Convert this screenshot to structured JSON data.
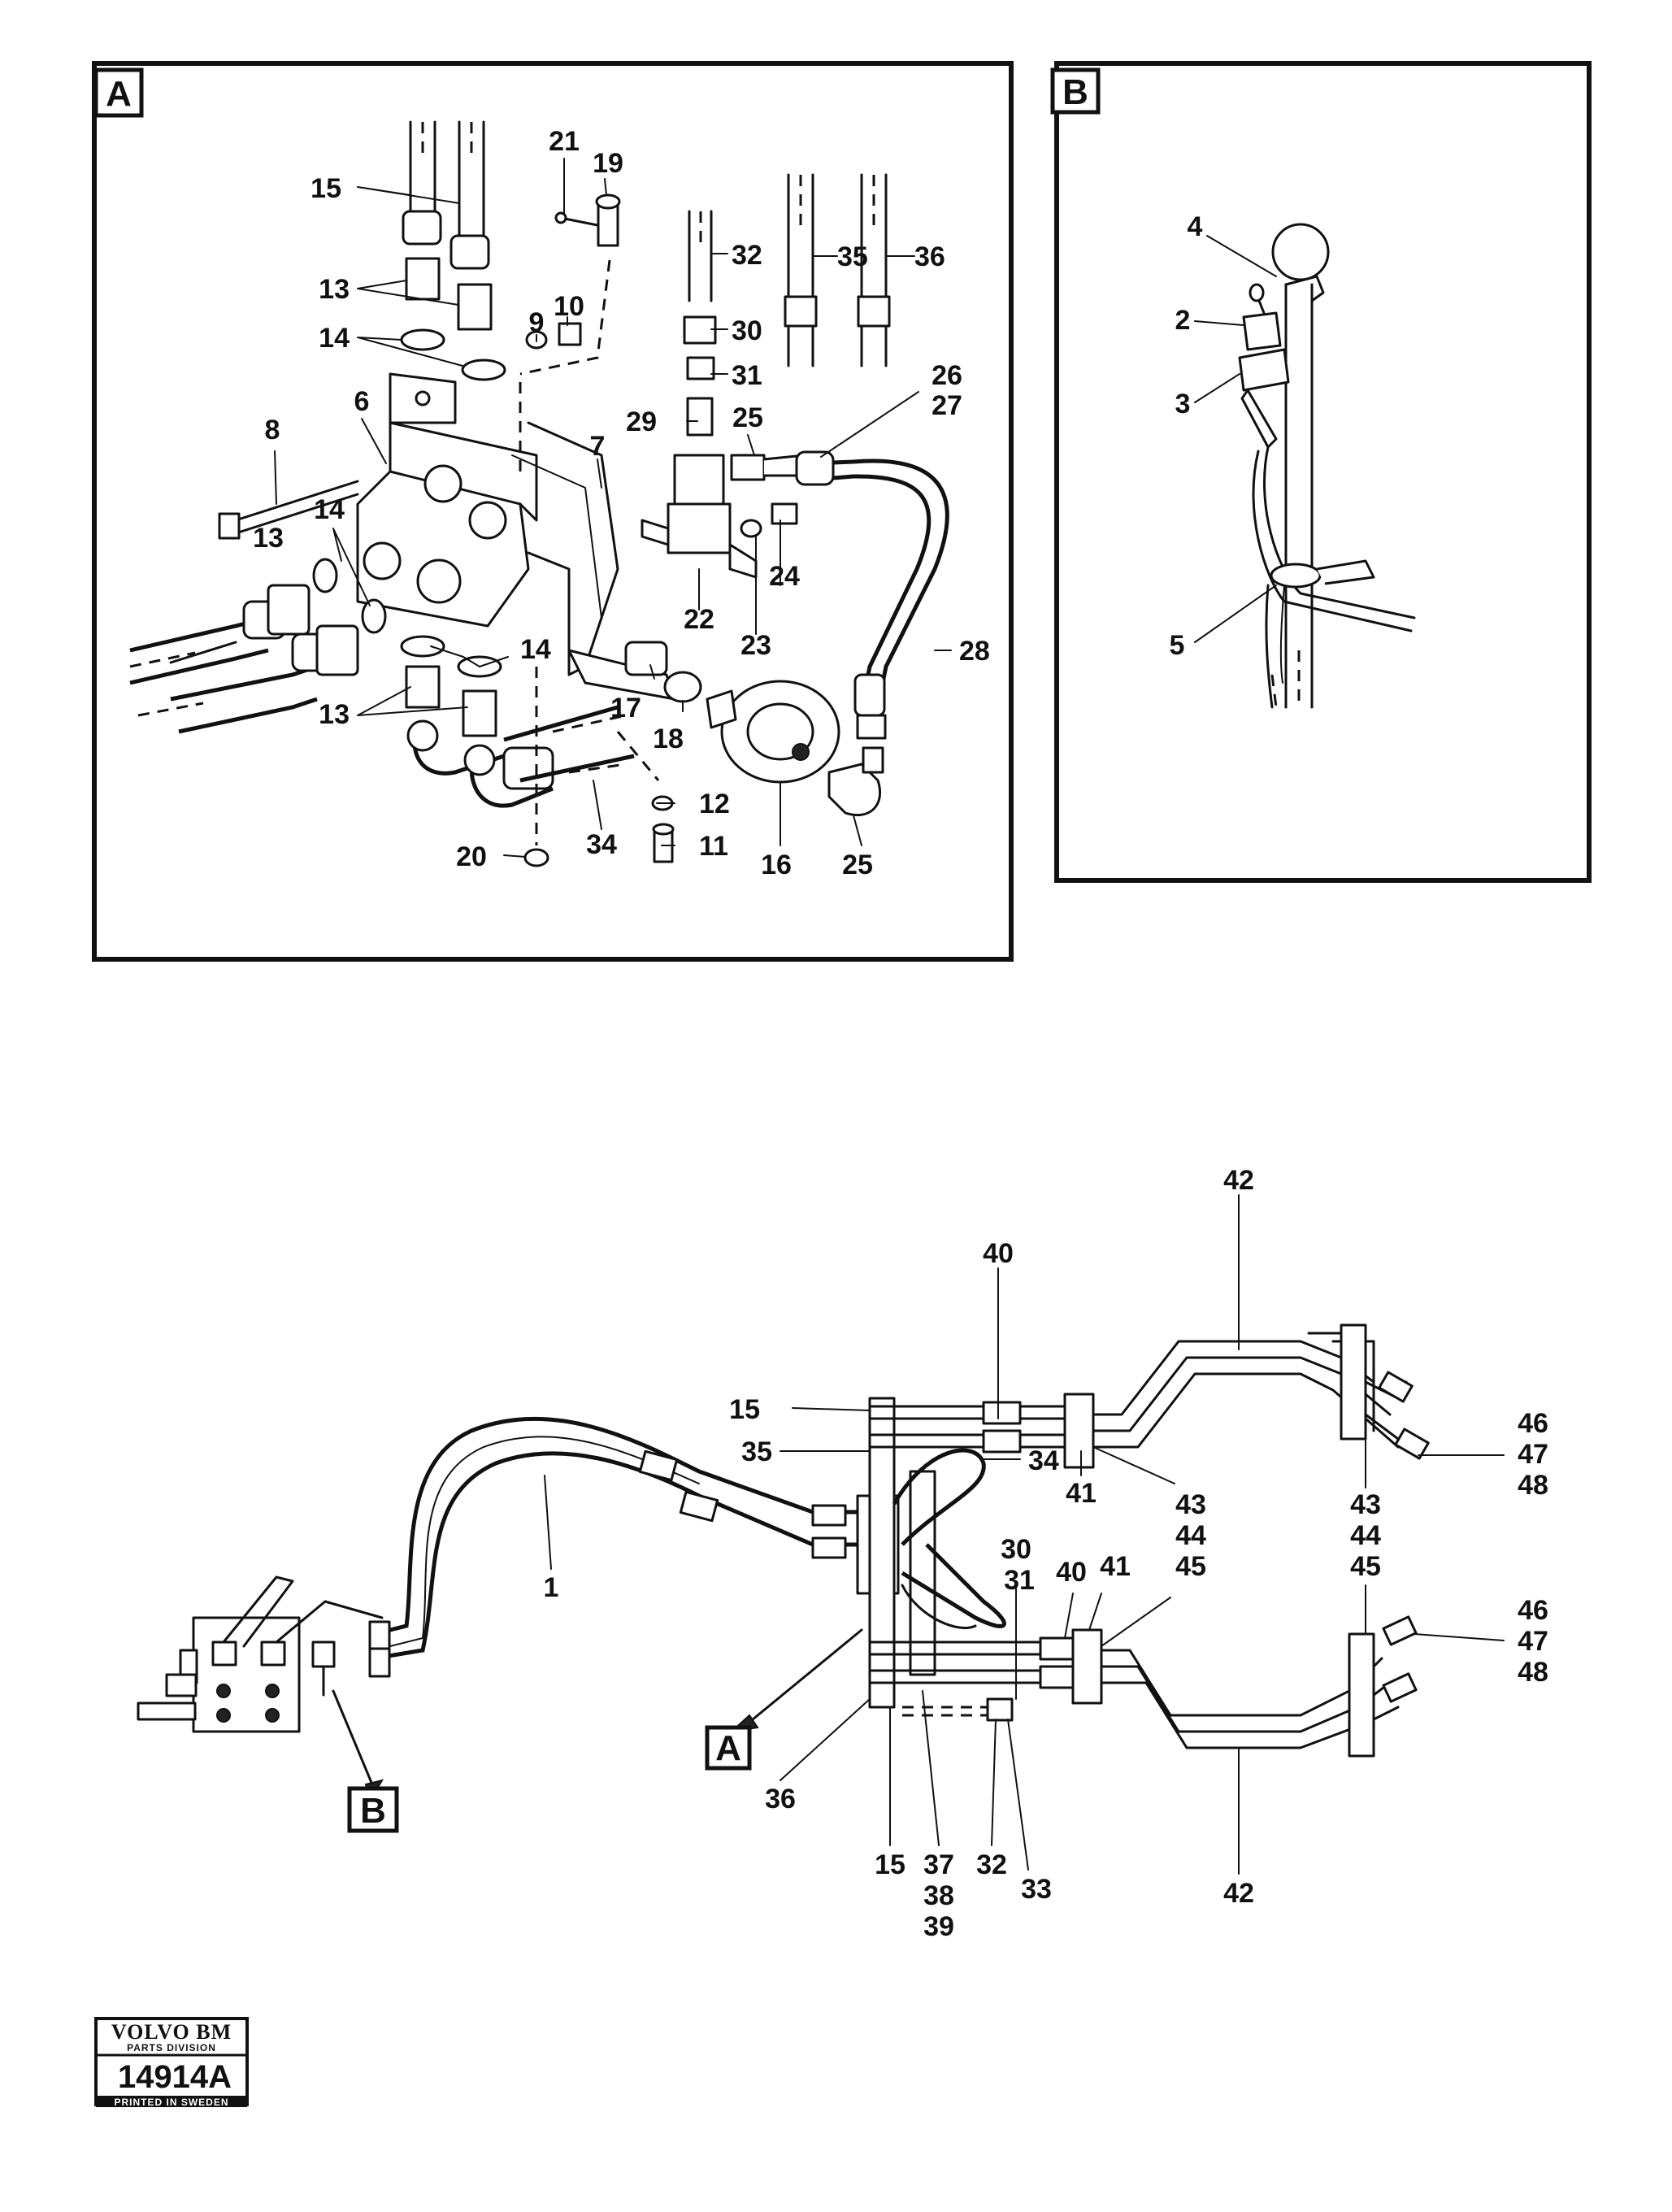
{
  "panel_a": {
    "tag": "A",
    "labels": [
      "15",
      "13",
      "14",
      "8",
      "6",
      "13",
      "14",
      "13",
      "14",
      "21",
      "19",
      "9",
      "10",
      "7",
      "32",
      "30",
      "31",
      "29",
      "25",
      "26",
      "27",
      "22",
      "24",
      "23",
      "17",
      "18",
      "12",
      "11",
      "20",
      "34",
      "16",
      "25",
      "28",
      "35",
      "36"
    ]
  },
  "panel_b": {
    "tag": "B",
    "labels": [
      "4",
      "2",
      "3",
      "5"
    ]
  },
  "overview": {
    "labels": [
      "42",
      "40",
      "15",
      "35",
      "34",
      "41",
      "43",
      "44",
      "45",
      "46",
      "47",
      "48",
      "1",
      "30",
      "31",
      "40",
      "41",
      "45",
      "43",
      "44",
      "46",
      "47",
      "48",
      "36",
      "15",
      "37",
      "38",
      "39",
      "32",
      "33",
      "42"
    ],
    "callout_a": "A",
    "callout_b": "B"
  },
  "logo": {
    "brand": "VOLVO BM",
    "division": "PARTS DIVISION",
    "number": "14914A",
    "printed": "PRINTED IN SWEDEN"
  }
}
